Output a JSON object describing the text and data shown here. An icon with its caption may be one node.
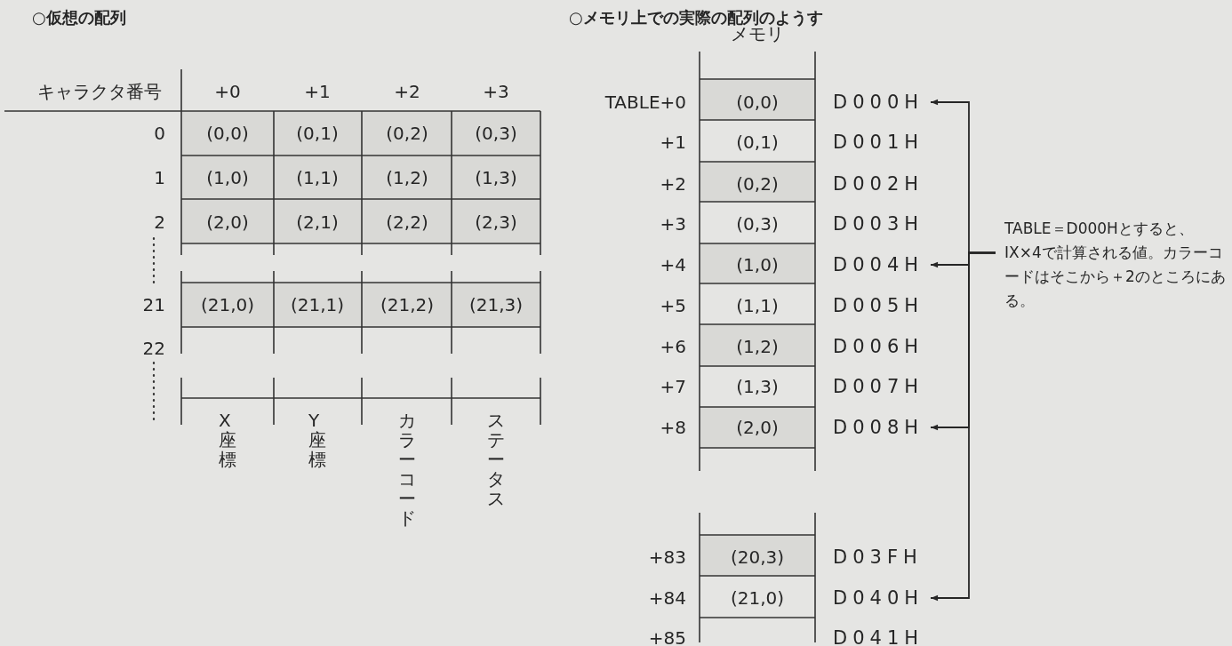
{
  "diagram": {
    "nodes": [
      {
        "text": [
          "D000H"
        ]
      },
      {
        "text": [
          "D004H"
        ]
      },
      {
        "text": [
          "D008H"
        ]
      },
      {
        "text": [
          "D040H"
        ]
      },
      {
        "text": [
          "TABLE＝D000Hとすると、IX×4で計算される値。カラーコードはそこから＋2のところにある。"
        ]
      }
    ],
    "edges": [
      {
        "from": 4,
        "to": 0,
        "arrow": "to"
      },
      {
        "from": 4,
        "to": 1,
        "arrow": "to"
      },
      {
        "from": 4,
        "to": 2,
        "arrow": "to"
      },
      {
        "from": 4,
        "to": 3,
        "arrow": "to"
      }
    ],
    "labels": [
      "○仮想の配列",
      "キャラクタ番号",
      "+0",
      "+1",
      "+2",
      "+3",
      "0",
      "(0,0)",
      "(0,1)",
      "(0,2)",
      "(0,3)",
      "1",
      "(1,0)",
      "(1,1)",
      "(1,2)",
      "(1,3)",
      "2",
      "(2,0)",
      "(2,1)",
      "(2,2)",
      "(2,3)",
      "21",
      "(21,0)",
      "(21,1)",
      "(21,2)",
      "(21,3)",
      "22",
      "X座標",
      "Y座標",
      "カラーコード",
      "ステータス",
      "○メモリ上での実際の配列のようす",
      "メモリ",
      "TABLE+0",
      "(0,0)",
      "+1",
      "(0,1)",
      "D001H",
      "+2",
      "(0,2)",
      "D002H",
      "+3",
      "(0,3)",
      "D003H",
      "+4",
      "(1,0)",
      "+5",
      "(1,1)",
      "D005H",
      "+6",
      "(1,2)",
      "D006H",
      "+7",
      "(1,3)",
      "D007H",
      "+8",
      "(2,0)",
      "+83",
      "(20,3)",
      "D03FH",
      "+84",
      "(21,0)",
      "+85",
      "D041H"
    ]
  }
}
